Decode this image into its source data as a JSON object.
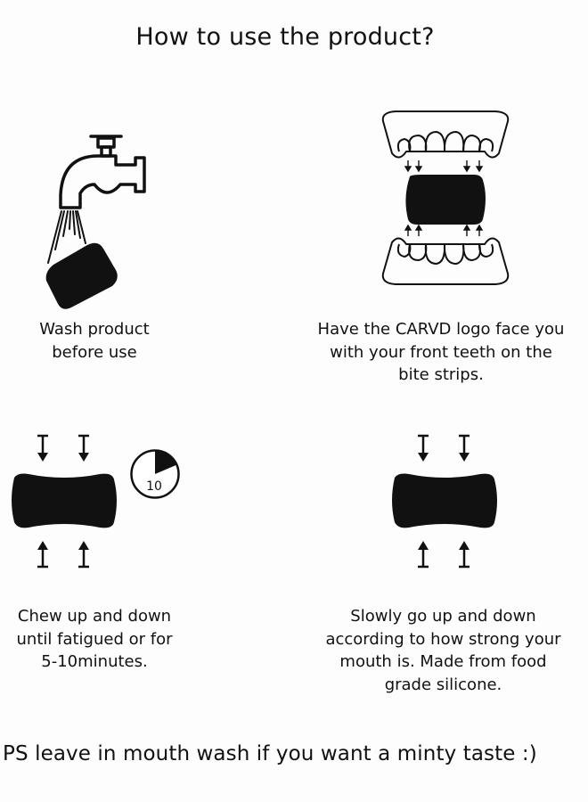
{
  "title": "How to use the product?",
  "steps": [
    {
      "caption": "Wash product\nbefore use",
      "icon": "faucet-icon"
    },
    {
      "caption": "Have the CARVD logo face you\nwith your front teeth on the\nbite strips.",
      "icon": "teeth-bite-icon"
    },
    {
      "caption": "Chew up and down\nuntil fatigued or for\n5-10minutes.",
      "icon": "chew-block-icon"
    },
    {
      "caption": "Slowly go up and down\naccording to how strong your\nmouth is. Made from food\ngrade silicone.",
      "icon": "press-block-icon"
    }
  ],
  "timer": {
    "label": "10",
    "icon": "timer-icon"
  },
  "footer": "PS leave in mouth wash if you want a minty taste :)"
}
